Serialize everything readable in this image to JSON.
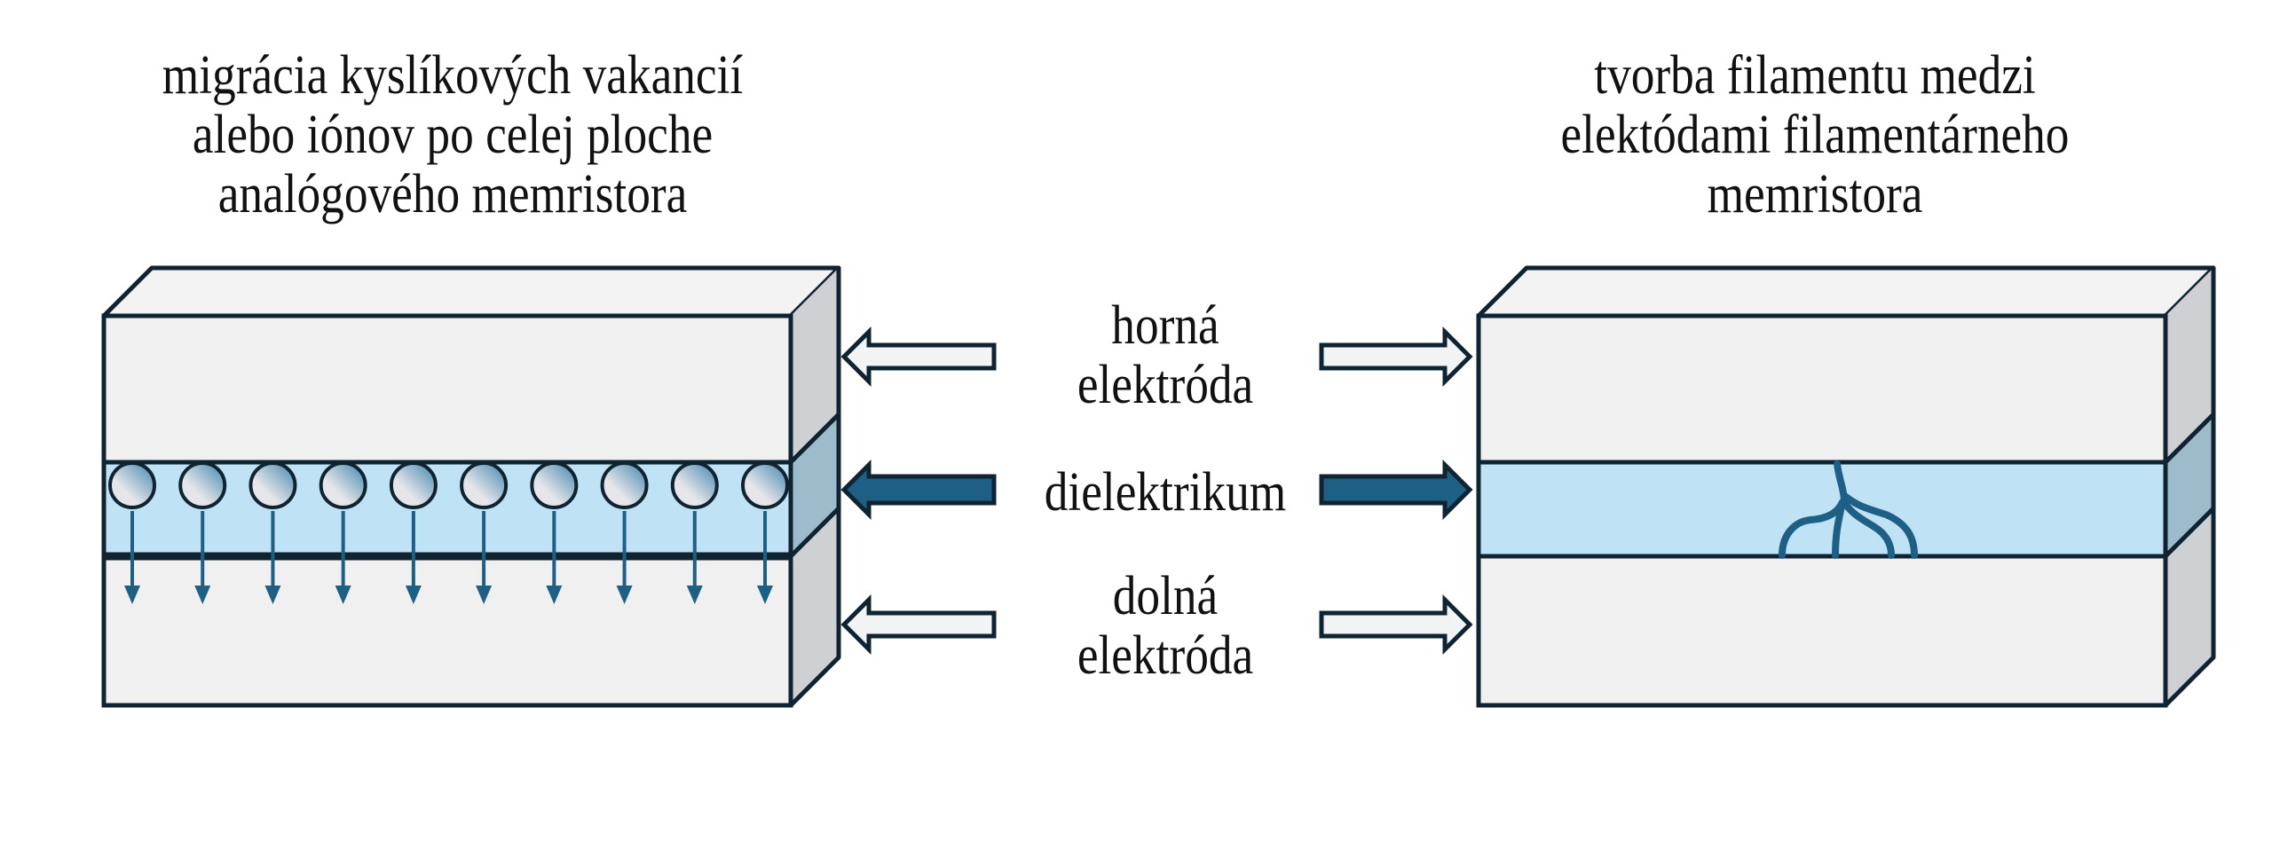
{
  "left_panel": {
    "title_lines": [
      "migrácia kyslíkových vakancií",
      "alebo iónov po celej ploche",
      "analógového memristora"
    ],
    "ion_count": 10
  },
  "right_panel": {
    "title_lines": [
      "tvorba filamentu medzi",
      "elektódami filamentárneho",
      "memristora"
    ]
  },
  "layer_labels": {
    "top_electrode": [
      "horná",
      "elektróda"
    ],
    "dielectric": "dielektrikum",
    "bottom_electrode": [
      "dolná",
      "elektróda"
    ]
  },
  "colors": {
    "outline": "#0f2430",
    "electrode_face": "#f0f0f1",
    "electrode_side": "#cfd0d3",
    "dielectric_face": "#bfe2f4",
    "dielectric_side": "#9dbccb",
    "accent_blue": "#1e5f86",
    "ion_light": "#e6e6ea",
    "ion_dark": "#3f85ad",
    "white_arrow_fill": "#f2f3f5"
  }
}
